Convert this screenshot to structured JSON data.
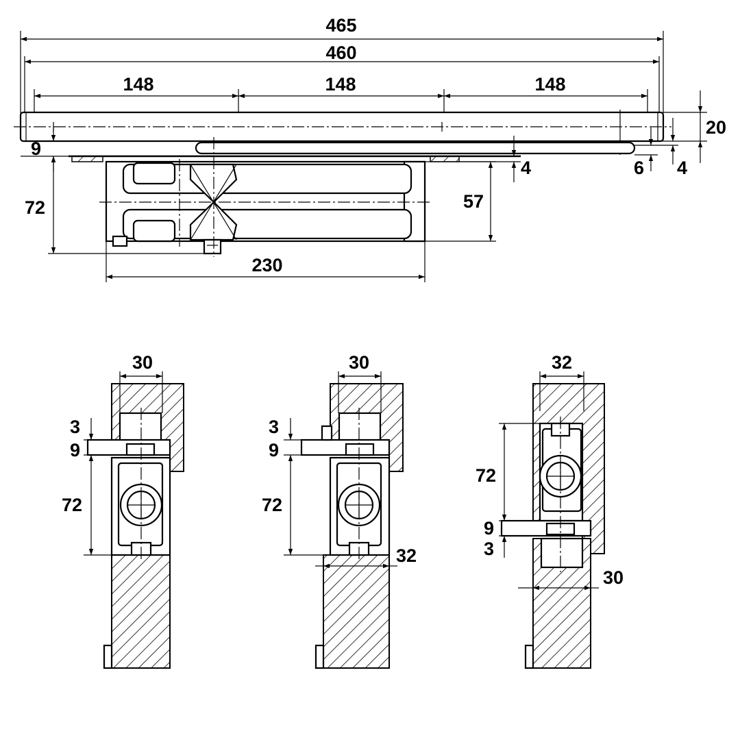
{
  "colors": {
    "line": "#000000",
    "background": "#ffffff"
  },
  "top_view": {
    "dims": {
      "overall_465": "465",
      "overall_460": "460",
      "seg_left": "148",
      "seg_mid": "148",
      "seg_right": "148",
      "height_20": "20",
      "offset_9": "9",
      "gap_4_inner": "4",
      "gap_6": "6",
      "gap_4_outer": "4",
      "body_72": "72",
      "body_57": "57",
      "body_230": "230"
    }
  },
  "section_views": [
    {
      "width_top": "30",
      "dim_3": "3",
      "dim_9": "9",
      "dim_72": "72"
    },
    {
      "width_top": "30",
      "dim_3": "3",
      "dim_9": "9",
      "dim_72": "72",
      "width_bottom": "32"
    },
    {
      "width_top": "32",
      "dim_72": "72",
      "dim_9": "9",
      "dim_3": "3",
      "width_bottom": "30"
    }
  ]
}
